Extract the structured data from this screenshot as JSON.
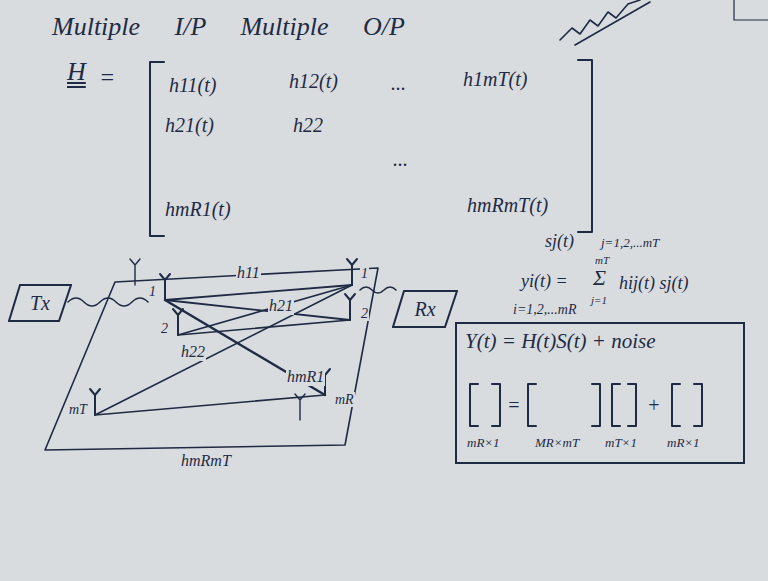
{
  "diagram": {
    "title": "Multiple I/P Multiple O/P",
    "nodes": [
      {
        "text": [
          "Tx"
        ]
      },
      {
        "text": [
          "Rx"
        ]
      },
      {
        "text": [
          "Y(t) = H(t)S(t) + noise"
        ]
      }
    ],
    "labels": [
      "H",
      "=",
      "h11(t)",
      "h12(t)",
      "...",
      "h1mT(t)",
      "h21(t)",
      "h22",
      "...",
      "hmR1(t)",
      "hmRmT(t)",
      "sj(t)",
      "j=1,2,...mT",
      "yi(t) =",
      "mT",
      "Σ",
      "j=1",
      "hij(t) sj(t)",
      "i=1,2,...mR",
      "h11",
      "h21",
      "h22",
      "hmR1",
      "hmRmT",
      "1",
      "2",
      "mT",
      "1",
      "2",
      "mR",
      "=",
      "+",
      "mR×1",
      "MR×mT",
      "mT×1",
      "mR×1"
    ]
  }
}
